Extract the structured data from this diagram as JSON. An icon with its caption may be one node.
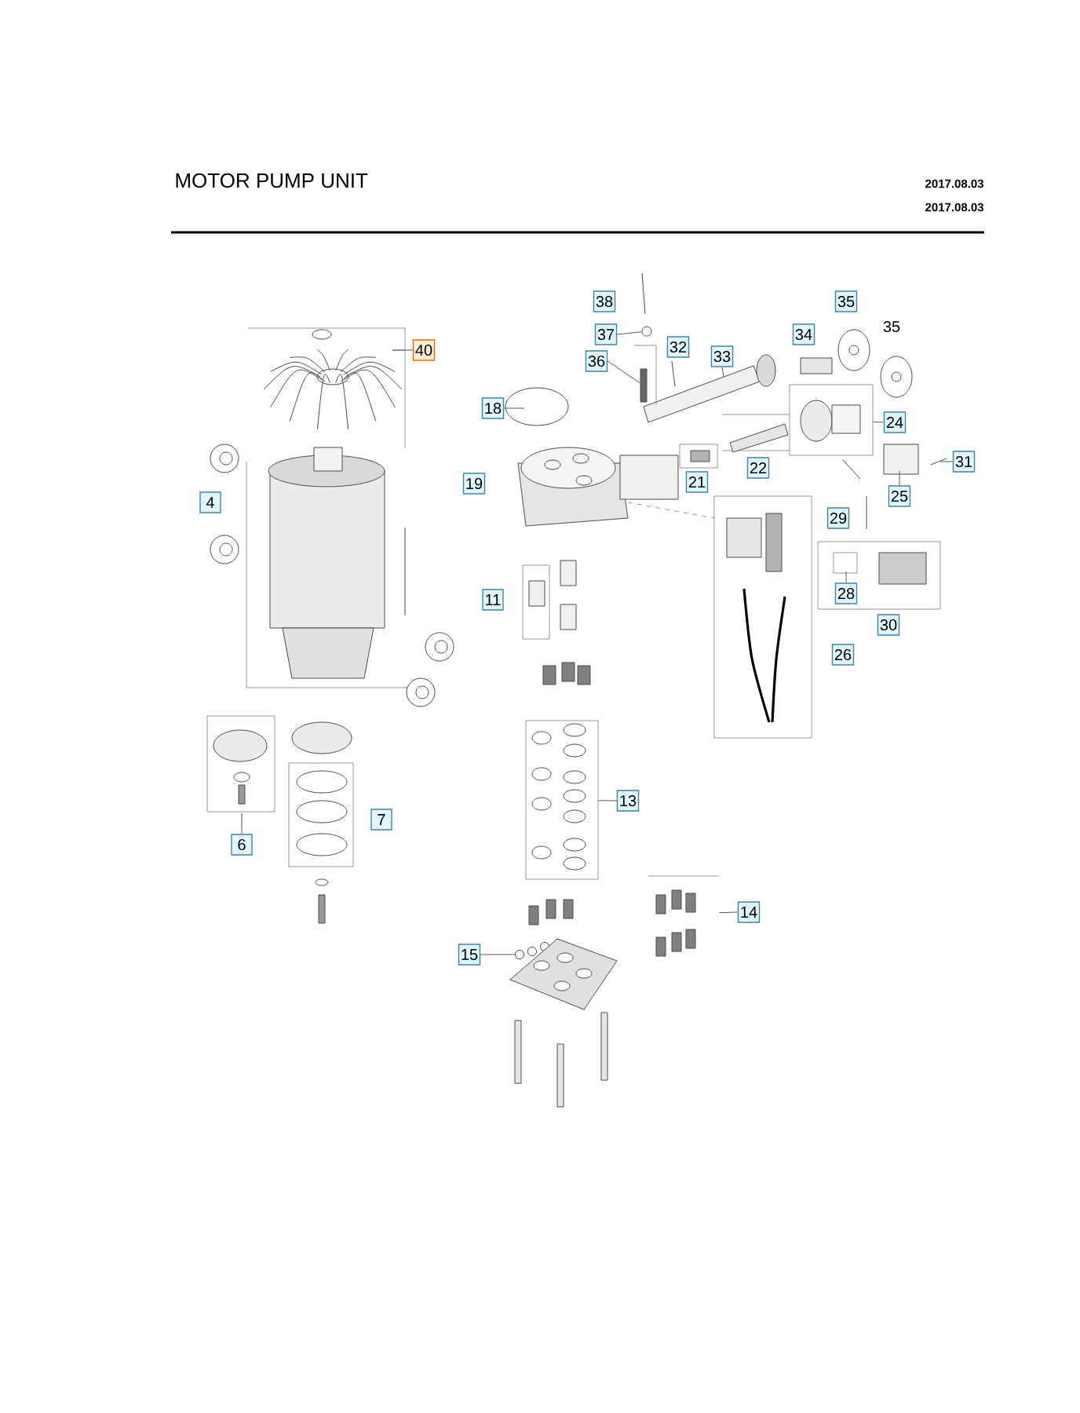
{
  "diagram": {
    "title": "MOTOR PUMP UNIT",
    "nodes": [
      {
        "text": [
          "40"
        ]
      },
      {
        "text": [
          "38"
        ]
      },
      {
        "text": [
          "37"
        ]
      },
      {
        "text": [
          "36"
        ]
      },
      {
        "text": [
          "32"
        ]
      },
      {
        "text": [
          "33"
        ]
      },
      {
        "text": [
          "34"
        ]
      },
      {
        "text": [
          "35"
        ]
      },
      {
        "text": [
          "35"
        ]
      },
      {
        "text": [
          "18"
        ]
      },
      {
        "text": [
          "19"
        ]
      },
      {
        "text": [
          "24"
        ]
      },
      {
        "text": [
          "31"
        ]
      },
      {
        "text": [
          "25"
        ]
      },
      {
        "text": [
          "21"
        ]
      },
      {
        "text": [
          "22"
        ]
      },
      {
        "text": [
          "29"
        ]
      },
      {
        "text": [
          "28"
        ]
      },
      {
        "text": [
          "30"
        ]
      },
      {
        "text": [
          "26"
        ]
      },
      {
        "text": [
          "4"
        ]
      },
      {
        "text": [
          "11"
        ]
      },
      {
        "text": [
          "6"
        ]
      },
      {
        "text": [
          "7"
        ]
      },
      {
        "text": [
          "13"
        ]
      },
      {
        "text": [
          "14"
        ]
      },
      {
        "text": [
          "15"
        ]
      },
      {
        "text": [],
        "shape": "circle"
      },
      {
        "text": [],
        "shape": "bar"
      },
      {
        "text": [],
        "shape": "box"
      },
      {
        "text": [],
        "shape": "box"
      },
      {
        "text": [],
        "shape": "picture"
      },
      {
        "text": [],
        "shape": "circle"
      }
    ],
    "edges": [
      {
        "from": 0,
        "to": null,
        "arrow": "none"
      },
      {
        "from": 2,
        "to": 27,
        "arrow": "none"
      },
      {
        "from": 3,
        "to": 28,
        "arrow": "none"
      },
      {
        "from": 5,
        "to": null,
        "arrow": "none"
      },
      {
        "from": 9,
        "to": null,
        "arrow": "none"
      },
      {
        "from": 11,
        "to": 29,
        "arrow": "none"
      },
      {
        "from": 12,
        "to": null,
        "arrow": "none"
      },
      {
        "from": 13,
        "to": null,
        "arrow": "none"
      },
      {
        "from": 17,
        "to": null,
        "arrow": "none"
      },
      {
        "from": 22,
        "to": null,
        "arrow": "none"
      },
      {
        "from": 24,
        "to": 30,
        "arrow": "none"
      },
      {
        "from": 25,
        "to": 31,
        "arrow": "none"
      },
      {
        "from": 26,
        "to": 32,
        "arrow": "none"
      }
    ],
    "labels": [
      "2017.08.03",
      "2017.08.03"
    ]
  }
}
